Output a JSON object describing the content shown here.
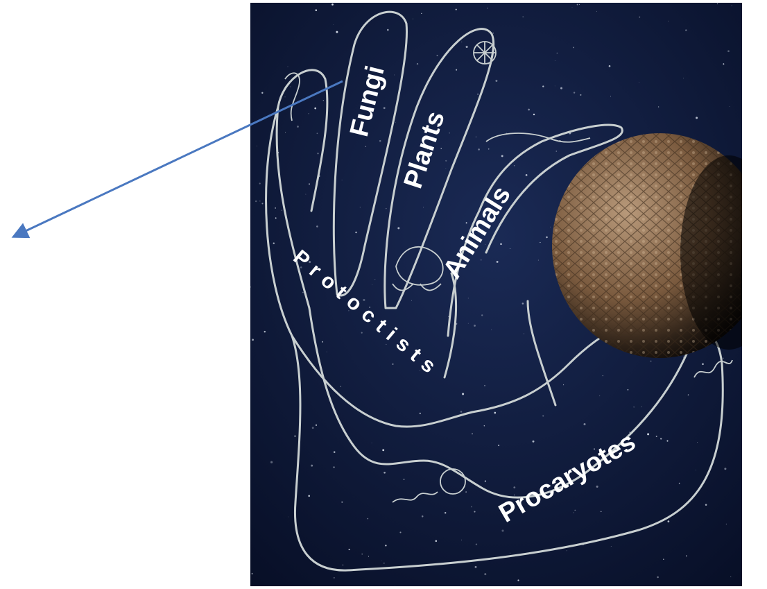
{
  "diagram": {
    "kingdom_labels": {
      "fungi": "Fungi",
      "plants": "Plants",
      "animals": "Animals",
      "protoctists": "Protoctists",
      "procaryotes": "Procaryotes"
    },
    "colors": {
      "background_panel": "#0d1a3a",
      "outline": "#c8cfd0",
      "label_text": "#ffffff",
      "arrow": "#4a78c0",
      "rock": "#8a6a4a"
    }
  }
}
